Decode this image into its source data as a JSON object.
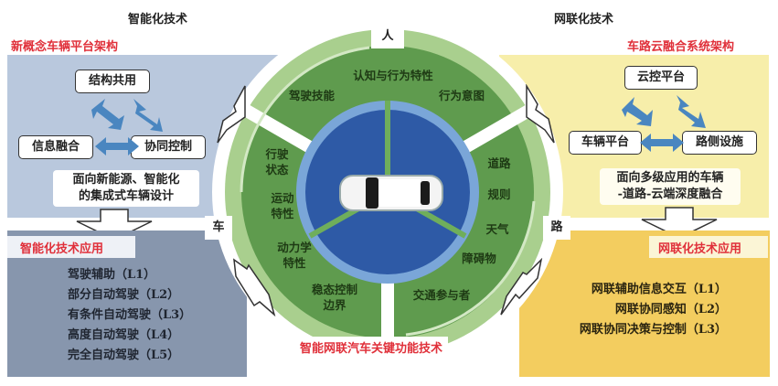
{
  "left": {
    "heading": "智能化技术",
    "architecture": {
      "title": "新概念车辆平台架构",
      "nodes": [
        "结构共用",
        "信息融合",
        "协同控制"
      ],
      "description": [
        "面向新能源、智能化",
        "的集成式车辆设计"
      ]
    },
    "application": {
      "title": "智能化技术应用",
      "items": [
        "驾驶辅助（L1）",
        "部分自动驾驶（L2）",
        "有条件自动驾驶（L3）",
        "高度自动驾驶（L4）",
        "完全自动驾驶（L5）"
      ]
    }
  },
  "right": {
    "heading": "网联化技术",
    "architecture": {
      "title": "车路云融合系统架构",
      "nodes": [
        "云控平台",
        "车辆平台",
        "路侧设施"
      ],
      "description": [
        "面向多级应用的车辆",
        "-道路-云端深度融合"
      ]
    },
    "application": {
      "title": "网联化技术应用",
      "items": [
        "网联辅助信息交互（L1）",
        "网联协同感知（L2）",
        "网联协同决策与控制（L3）"
      ]
    }
  },
  "center": {
    "title": "智能网联汽车关键功能技术",
    "sectors": {
      "person": {
        "label": "人",
        "items": [
          "认知与行为特性",
          "驾驶技能",
          "行为意图"
        ]
      },
      "vehicle": {
        "label": "车",
        "items": [
          "行驶\n状态",
          "运动\n特性",
          "动力学\n特性",
          "稳态控制\n边界"
        ]
      },
      "road": {
        "label": "路",
        "items": [
          "道路",
          "规则",
          "天气",
          "障碍物",
          "交通参与者"
        ]
      }
    }
  },
  "colors": {
    "left_top_panel": "#b9c8dd",
    "left_bottom_panel": "#8796ad",
    "right_top_panel": "#f7eeaa",
    "right_bottom_panel": "#f3cd5f",
    "outer_ring": "#a9cf8e",
    "middle_ring": "#5f9b4e",
    "inner_ring": "#7aa6d8",
    "core": "#2e5aa6",
    "arrow_blue": "#4a86c0",
    "red_title": "#e0303a"
  }
}
